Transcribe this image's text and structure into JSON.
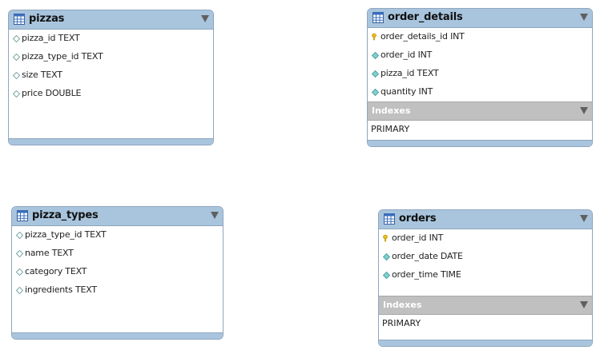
{
  "diagram": {
    "tables": [
      {
        "name": "pizzas",
        "columns": [
          {
            "label": "pizza_id TEXT",
            "key": "none"
          },
          {
            "label": "pizza_type_id TEXT",
            "key": "none"
          },
          {
            "label": "size TEXT",
            "key": "none"
          },
          {
            "label": "price DOUBLE",
            "key": "none"
          }
        ]
      },
      {
        "name": "order_details",
        "columns": [
          {
            "label": "order_details_id INT",
            "key": "primary"
          },
          {
            "label": "order_id INT",
            "key": "foreign"
          },
          {
            "label": "pizza_id TEXT",
            "key": "foreign"
          },
          {
            "label": "quantity INT",
            "key": "foreign"
          }
        ],
        "indexes_title": "Indexes",
        "indexes": [
          "PRIMARY"
        ]
      },
      {
        "name": "pizza_types",
        "columns": [
          {
            "label": "pizza_type_id TEXT",
            "key": "none"
          },
          {
            "label": "name TEXT",
            "key": "none"
          },
          {
            "label": "category TEXT",
            "key": "none"
          },
          {
            "label": "ingredients TEXT",
            "key": "none"
          }
        ]
      },
      {
        "name": "orders",
        "columns": [
          {
            "label": "order_id INT",
            "key": "primary"
          },
          {
            "label": "order_date DATE",
            "key": "foreign"
          },
          {
            "label": "order_time TIME",
            "key": "foreign"
          }
        ],
        "indexes_title": "Indexes",
        "indexes": [
          "PRIMARY"
        ]
      }
    ]
  },
  "colors": {
    "header": "#a9c5de",
    "border": "#8fa6bd",
    "indexes_header": "#c0c0c0",
    "primary_key": "#f0c419",
    "column_plain": "#ffffff",
    "column_foreign": "#7fd0d0"
  },
  "icons": {
    "table": "table-grid-icon",
    "collapse": "triangle-down-icon",
    "primary_key": "key-icon",
    "column": "diamond-icon"
  }
}
